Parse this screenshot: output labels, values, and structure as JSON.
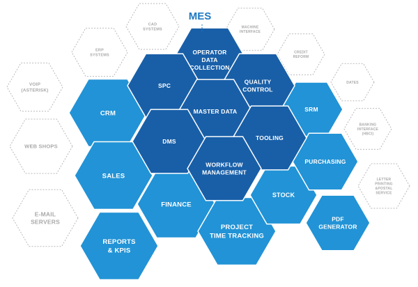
{
  "title": "MES",
  "colors": {
    "core": "#195fa8",
    "module": "#2293d6",
    "outline": "#b9b9b9",
    "outline_text": "#a9a9a9",
    "title": "#1f78c2",
    "divider": "#ffffff"
  },
  "core_modules": [
    {
      "name": "core-operator-data-collection",
      "lines": [
        "OPERATOR",
        "DATA",
        "COLLECTION"
      ]
    },
    {
      "name": "core-spc",
      "lines": [
        "SPC"
      ]
    },
    {
      "name": "core-quality-control",
      "lines": [
        "QUALITY",
        "CONTROL"
      ]
    },
    {
      "name": "core-master-data",
      "lines": [
        "MASTER DATA"
      ]
    },
    {
      "name": "core-dms",
      "lines": [
        "DMS"
      ]
    },
    {
      "name": "core-tooling",
      "lines": [
        "TOOLING"
      ]
    },
    {
      "name": "core-workflow-management",
      "lines": [
        "WORKFLOW",
        "MANAGEMENT"
      ]
    }
  ],
  "modules": [
    {
      "name": "module-crm",
      "lines": [
        "CRM"
      ]
    },
    {
      "name": "module-sales",
      "lines": [
        "SALES"
      ]
    },
    {
      "name": "module-reports-kpis",
      "lines": [
        "REPORTS",
        "& KPIS"
      ]
    },
    {
      "name": "module-finance",
      "lines": [
        "FINANCE"
      ]
    },
    {
      "name": "module-project-time-tracking",
      "lines": [
        "PROJECT",
        "TIME TRACKING"
      ]
    },
    {
      "name": "module-stock",
      "lines": [
        "STOCK"
      ]
    },
    {
      "name": "module-srm",
      "lines": [
        "SRM"
      ]
    },
    {
      "name": "module-purchasing",
      "lines": [
        "PURCHASING"
      ]
    },
    {
      "name": "module-pdf-generator",
      "lines": [
        "PDF",
        "GENERATOR"
      ]
    }
  ],
  "interfaces": [
    {
      "name": "interface-cad-systems",
      "lines": [
        "CAD",
        "SYSTEMS"
      ]
    },
    {
      "name": "interface-erp-systems",
      "lines": [
        "ERP",
        "SYSTEMS"
      ]
    },
    {
      "name": "interface-voip",
      "lines": [
        "VOIP",
        "(ASTERISK)"
      ]
    },
    {
      "name": "interface-web-shops",
      "lines": [
        "WEB SHOPS"
      ]
    },
    {
      "name": "interface-e-mail-servers",
      "lines": [
        "E-MAIL",
        "SERVERS"
      ]
    },
    {
      "name": "interface-machine-interface",
      "lines": [
        "MACHINE",
        "INTERFACE"
      ]
    },
    {
      "name": "interface-credit-reform",
      "lines": [
        "CREDIT",
        "REFORM"
      ]
    },
    {
      "name": "interface-dates",
      "lines": [
        "DATES"
      ]
    },
    {
      "name": "interface-banking-interface",
      "lines": [
        "BANKING",
        "INTERFACE",
        "(HBCI)"
      ]
    },
    {
      "name": "interface-letter-printing",
      "lines": [
        "LETTER",
        "PRINTING",
        "&POSTAL",
        "SERVICE"
      ]
    }
  ]
}
